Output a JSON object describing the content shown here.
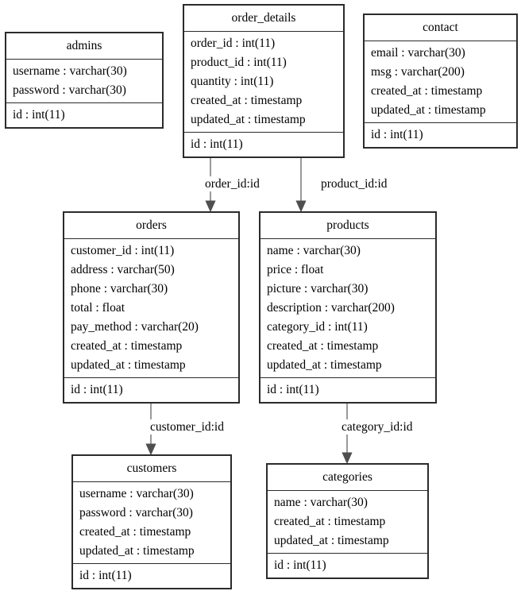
{
  "diagram": {
    "type": "database-er-diagram",
    "colors": {
      "background": "#ffffff",
      "box_border": "#2b2b2b",
      "text": "#000000",
      "arrow_line": "#6e6e6e",
      "arrow_head": "#4f4f4f"
    },
    "tables": [
      {
        "name": "admins",
        "columns": [
          "username : varchar(30)",
          "password : varchar(30)"
        ],
        "primary_key": "id : int(11)"
      },
      {
        "name": "order_details",
        "columns": [
          "order_id : int(11)",
          "product_id : int(11)",
          "quantity : int(11)",
          "created_at : timestamp",
          "updated_at : timestamp"
        ],
        "primary_key": "id : int(11)"
      },
      {
        "name": "contact",
        "columns": [
          "email : varchar(30)",
          "msg : varchar(200)",
          "created_at : timestamp",
          "updated_at : timestamp"
        ],
        "primary_key": "id : int(11)"
      },
      {
        "name": "orders",
        "columns": [
          "customer_id : int(11)",
          "address : varchar(50)",
          "phone : varchar(30)",
          "total : float",
          "pay_method : varchar(20)",
          "created_at : timestamp",
          "updated_at : timestamp"
        ],
        "primary_key": "id : int(11)"
      },
      {
        "name": "products",
        "columns": [
          "name : varchar(30)",
          "price : float",
          "picture : varchar(30)",
          "description : varchar(200)",
          "category_id : int(11)",
          "created_at : timestamp",
          "updated_at : timestamp"
        ],
        "primary_key": "id : int(11)"
      },
      {
        "name": "customers",
        "columns": [
          "username : varchar(30)",
          "password : varchar(30)",
          "created_at : timestamp",
          "updated_at : timestamp"
        ],
        "primary_key": "id : int(11)"
      },
      {
        "name": "categories",
        "columns": [
          "name : varchar(30)",
          "created_at : timestamp",
          "updated_at : timestamp"
        ],
        "primary_key": "id : int(11)"
      }
    ],
    "relationships": [
      {
        "label": "order_id:id",
        "from": "order_details",
        "to": "orders"
      },
      {
        "label": "product_id:id",
        "from": "order_details",
        "to": "products"
      },
      {
        "label": "customer_id:id",
        "from": "orders",
        "to": "customers"
      },
      {
        "label": "category_id:id",
        "from": "products",
        "to": "categories"
      }
    ]
  }
}
